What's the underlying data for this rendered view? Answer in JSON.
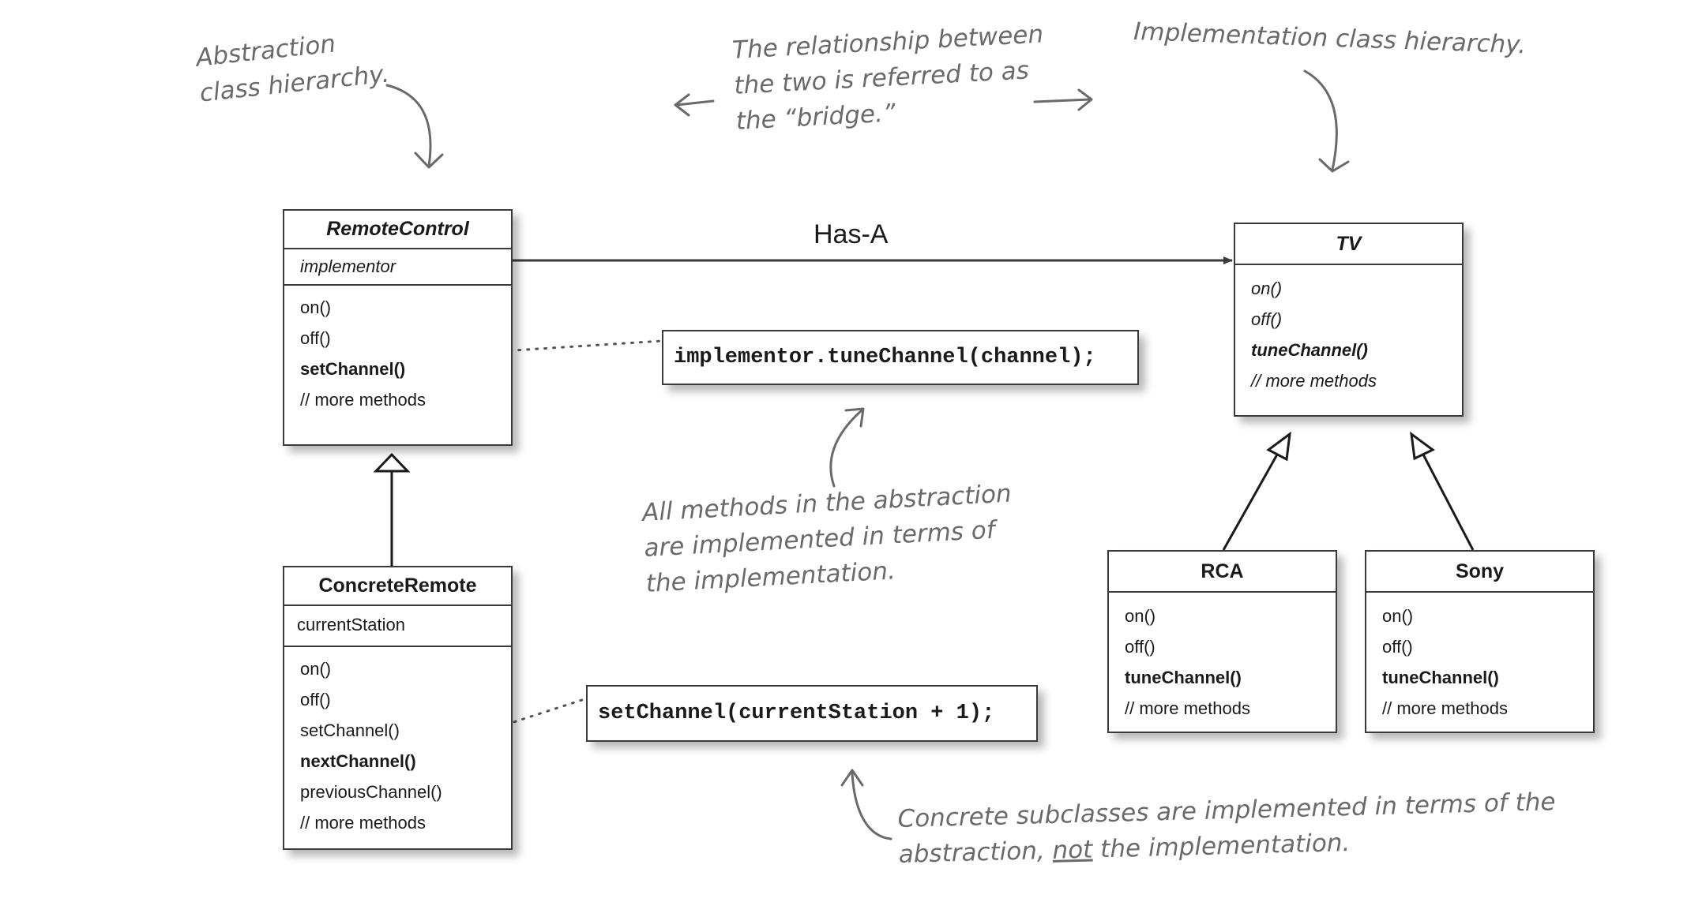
{
  "classes": {
    "remote_control": {
      "name": "RemoteControl",
      "attribute": "implementor",
      "methods": [
        "on()",
        "off()",
        "setChannel()",
        "// more methods"
      ]
    },
    "concrete_remote": {
      "name": "ConcreteRemote",
      "attribute": "currentStation",
      "methods": [
        "on()",
        "off()",
        "setChannel()",
        "nextChannel()",
        "previousChannel()",
        "// more methods"
      ]
    },
    "tv": {
      "name": "TV",
      "methods": [
        "on()",
        "off()",
        "tuneChannel()",
        "// more methods"
      ]
    },
    "rca": {
      "name": "RCA",
      "methods": [
        "on()",
        "off()",
        "tuneChannel()",
        "// more methods"
      ]
    },
    "sony": {
      "name": "Sony",
      "methods": [
        "on()",
        "off()",
        "tuneChannel()",
        "// more methods"
      ]
    }
  },
  "relation_label": "Has-A",
  "code": {
    "set_channel_impl": "implementor.tuneChannel(channel);",
    "next_channel_impl": "setChannel(currentStation + 1);"
  },
  "notes": {
    "abstraction": [
      "Abstraction",
      "class hierarchy."
    ],
    "bridge": [
      "The relationship between",
      "the two is referred to as",
      "the “bridge.”"
    ],
    "implementation": [
      "Implementation class hierarchy."
    ],
    "abstraction_methods": [
      "All methods in the abstraction",
      "are implemented in terms of",
      "the implementation."
    ],
    "concrete": {
      "line1": "Concrete subclasses are implemented in terms of the",
      "line2_before": "abstraction, ",
      "line2_emph": "not",
      "line2_after": " the implementation."
    }
  }
}
